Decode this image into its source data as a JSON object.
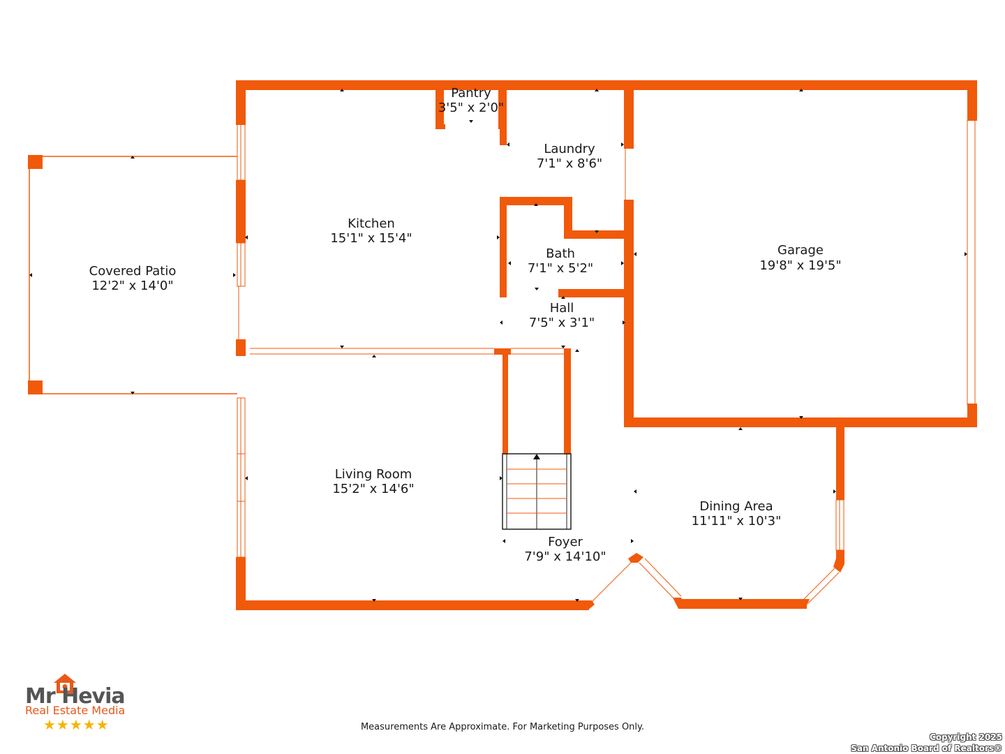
{
  "colors": {
    "wall": "#f05a0a",
    "text": "#1a1a1a",
    "accent": "#e8591a",
    "star": "#f5b400"
  },
  "rooms": [
    {
      "id": "pantry",
      "name": "Pantry",
      "dims": "3'5\" x 2'0\""
    },
    {
      "id": "laundry",
      "name": "Laundry",
      "dims": "7'1\" x 8'6\""
    },
    {
      "id": "kitchen",
      "name": "Kitchen",
      "dims": "15'1\" x 15'4\""
    },
    {
      "id": "bath",
      "name": "Bath",
      "dims": "7'1\" x 5'2\""
    },
    {
      "id": "garage",
      "name": "Garage",
      "dims": "19'8\" x 19'5\""
    },
    {
      "id": "covered-patio",
      "name": "Covered Patio",
      "dims": "12'2\" x 14'0\""
    },
    {
      "id": "hall",
      "name": "Hall",
      "dims": "7'5\" x 3'1\""
    },
    {
      "id": "living-room",
      "name": "Living Room",
      "dims": "15'2\" x 14'6\""
    },
    {
      "id": "dining-area",
      "name": "Dining Area",
      "dims": "11'11\" x 10'3\""
    },
    {
      "id": "foyer",
      "name": "Foyer",
      "dims": "7'9\" x 14'10\""
    }
  ],
  "footer": {
    "disclaimer": "Measurements Are Approximate. For Marketing Purposes Only.",
    "copyright_line1": "Copyright 2025",
    "copyright_line2": "San Antonio Board of Realtors®"
  },
  "logo": {
    "brand": "Mr Hevia",
    "tagline": "Real Estate Media",
    "stars": "★★★★★",
    "house_icon": "house-camera-icon"
  }
}
